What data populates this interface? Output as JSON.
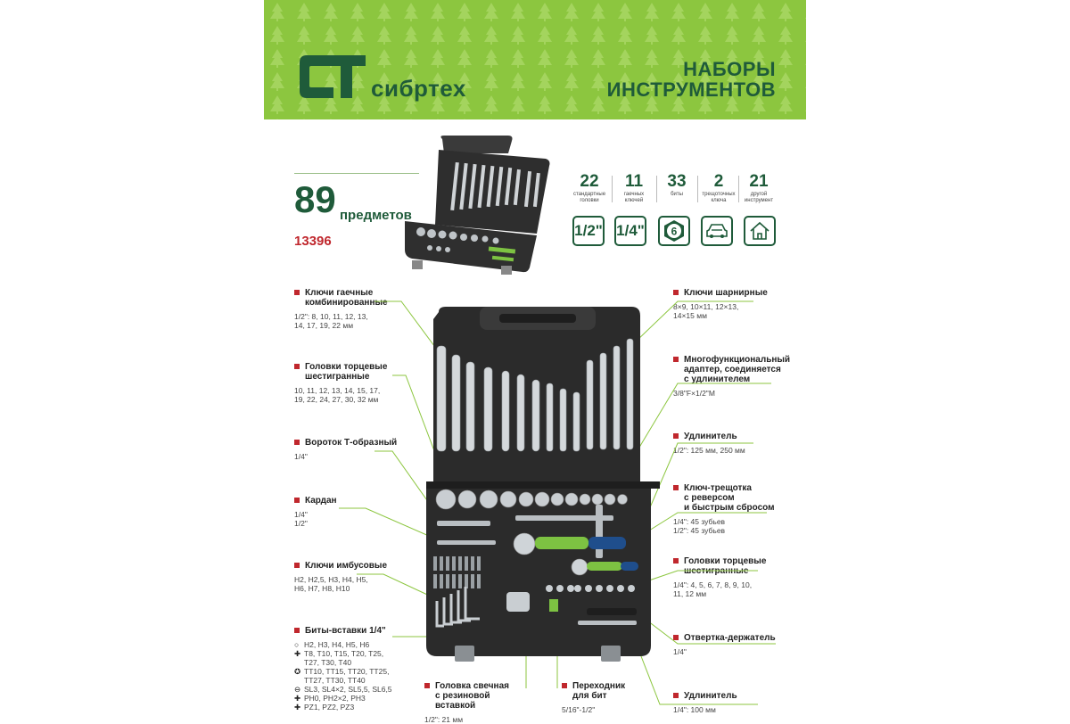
{
  "banner": {
    "brand": "сибртех",
    "title_line1": "НАБОРЫ",
    "title_line2": "ИНСТРУМЕНТОВ"
  },
  "summary": {
    "count": "89",
    "count_word": "предметов",
    "sku": "13396"
  },
  "stats": [
    {
      "num": "22",
      "label": "стандартные\nголовки"
    },
    {
      "num": "11",
      "label": "гаечных\nключей"
    },
    {
      "num": "33",
      "label": "биты"
    },
    {
      "num": "2",
      "label": "трещоточных\nключа"
    },
    {
      "num": "21",
      "label": "другой\nинструмент"
    }
  ],
  "badges": {
    "half": "1/2\"",
    "quarter": "1/4\"",
    "hex": "6",
    "car_icon": "car-icon",
    "house_icon": "house-icon"
  },
  "callouts": {
    "combo_wrenches": {
      "title": "Ключи гаечные\nкомбинированные",
      "detail": "1/2\": 8, 10, 11, 12, 13,\n14, 17, 19, 22 мм"
    },
    "sockets_large": {
      "title": "Головки торцевые\nшестигранные",
      "detail": "10, 11, 12, 13, 14, 15, 17,\n19, 22, 24, 27, 30, 32 мм"
    },
    "t_handle": {
      "title": "Вороток Т-образный",
      "detail": "1/4\""
    },
    "cardan": {
      "title": "Кардан",
      "detail": "1/4\"\n1/2\""
    },
    "hex_keys": {
      "title": "Ключи имбусовые",
      "detail": "H2, H2,5, H3, H4, H5,\nH6, H7, H8, H10"
    },
    "bits": {
      "title": "Биты-вставки 1/4\""
    },
    "spark_socket": {
      "title": "Головка свечная\nс резиновой вставкой",
      "detail": "1/2\": 21 мм"
    },
    "bit_adapter": {
      "title": "Переходник\nдля бит",
      "detail": "5/16\"-1/2\""
    },
    "flex_wrenches": {
      "title": "Ключи шарнирные",
      "detail": "8×9, 10×11, 12×13,\n14×15 мм"
    },
    "multi_adapter": {
      "title": "Многофункциональный\nадаптер, соединяется\nс удлинителем",
      "detail": "3/8\"F×1/2\"M"
    },
    "extension": {
      "title": "Удлинитель",
      "detail": "1/2\": 125 мм, 250 мм"
    },
    "ratchet": {
      "title": "Ключ-трещотка\nс реверсом\nи быстрым сбросом",
      "detail": "1/4\": 45 зубьев\n1/2\": 45 зубьев"
    },
    "sockets_small": {
      "title": "Головки торцевые\nшестигранные",
      "detail": "1/4\": 4, 5, 6, 7, 8, 9, 10,\n11, 12 мм"
    },
    "screwdriver": {
      "title": "Отвертка-держатель",
      "detail": "1/4\""
    },
    "extension_small": {
      "title": "Удлинитель",
      "detail": "1/4\": 100 мм"
    }
  },
  "bits_list": [
    {
      "sym": "○",
      "text": "H2, H3, H4, H5, H6"
    },
    {
      "sym": "✚",
      "text": "T8, T10, T15, T20, T25,"
    },
    {
      "sym": "",
      "text": "T27, T30, T40"
    },
    {
      "sym": "✪",
      "text": "TT10, TT15, TT20, TT25,"
    },
    {
      "sym": "",
      "text": "TT27, TT30, TT40"
    },
    {
      "sym": "⊖",
      "text": "SL3, SL4×2, SL5,5, SL6,5"
    },
    {
      "sym": "✚",
      "text": "PH0, PH2×2, PH3"
    },
    {
      "sym": "✚",
      "text": "PZ1, PZ2, PZ3"
    }
  ],
  "colors": {
    "banner_green": "#8cc63f",
    "brand_dark_green": "#1f5b3a",
    "accent_red": "#c0272d",
    "handle_green": "#7dc242",
    "handle_blue": "#1f4e8c"
  }
}
